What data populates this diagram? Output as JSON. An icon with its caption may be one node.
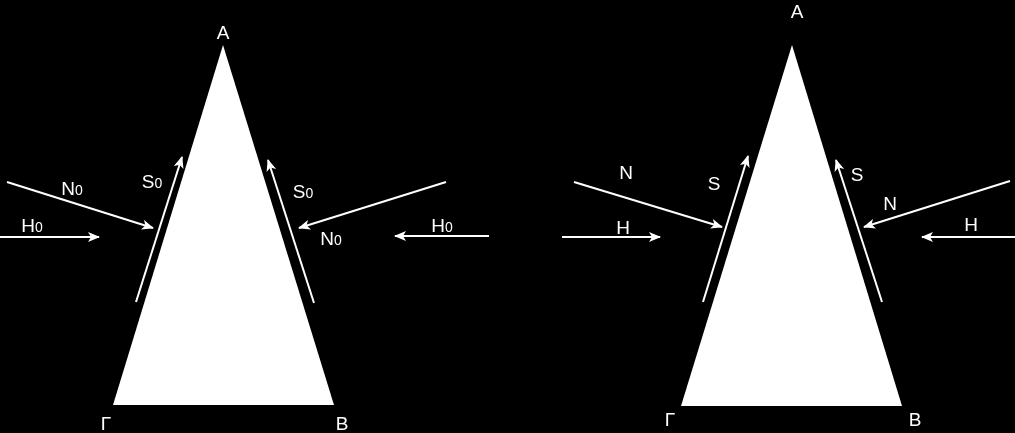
{
  "diagram": {
    "labels": [
      "A",
      "N$_{0}$",
      "S$_{0}$",
      "S$_{0}$",
      "H$_{0}$",
      "H$_{0}$",
      "N$_{0}$",
      "Γ",
      "B",
      "A",
      "N",
      "S",
      "S",
      "N",
      "H",
      "H",
      "Γ",
      "B"
    ]
  }
}
